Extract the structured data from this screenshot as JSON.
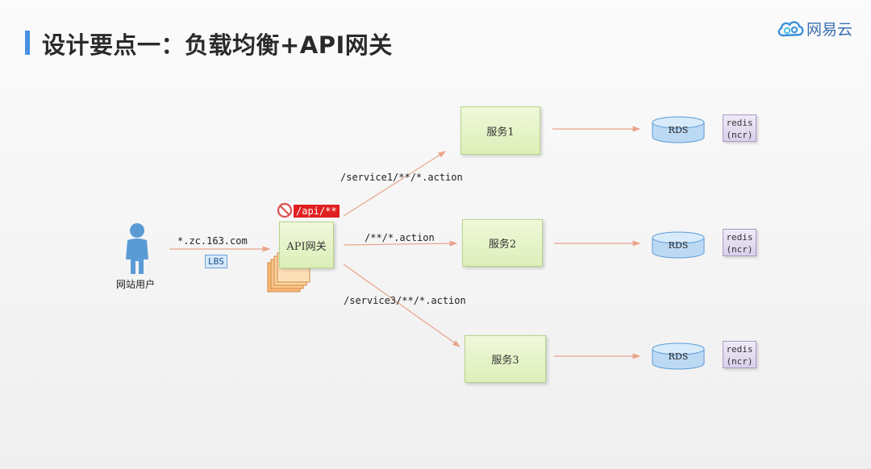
{
  "header": {
    "title": "设计要点一：负载均衡+API网关",
    "brand_name": "网易云",
    "accent_color": "#4a90e2",
    "brand_icon": "cloud-logo-icon"
  },
  "user": {
    "label": "网站用户",
    "icon": "user-person-icon",
    "color": "#5b9bd5"
  },
  "entry": {
    "domain": "*.zc.163.com",
    "lbs": "LBS"
  },
  "gateway": {
    "label": "API网关",
    "denied_path": "/api/**",
    "deny_icon": "prohibited-icon",
    "stack_icon": "document-stack-icon"
  },
  "routes": [
    {
      "path": "/service1/**/*.action",
      "target": "服务1"
    },
    {
      "path": "/**/*.action",
      "target": "服务2"
    },
    {
      "path": "/service3/**/*.action",
      "target": "服务3"
    }
  ],
  "services": [
    {
      "label": "服务1",
      "db": "RDS",
      "cache_line1": "redis",
      "cache_line2": "(ncr)"
    },
    {
      "label": "服务2",
      "db": "RDS",
      "cache_line1": "redis",
      "cache_line2": "(ncr)"
    },
    {
      "label": "服务3",
      "db": "RDS",
      "cache_line1": "redis",
      "cache_line2": "(ncr)"
    }
  ]
}
